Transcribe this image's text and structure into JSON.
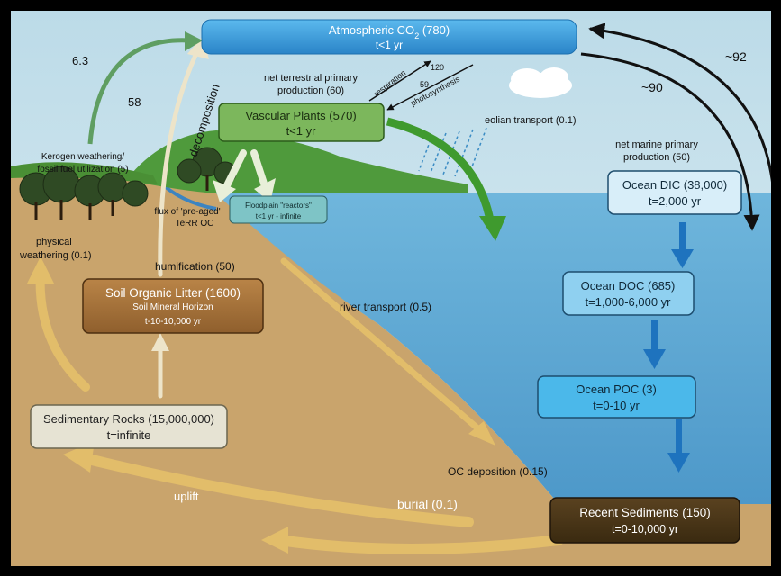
{
  "boxes": {
    "atmosphere": {
      "line1": "Atmospheric CO",
      "sub": "2",
      "value": " (780)",
      "line2": "t<1 yr"
    },
    "plants": {
      "line1": "Vascular Plants (570)",
      "line2": "t<1 yr"
    },
    "floodplain": {
      "line1": "Floodplain \"reactors\"",
      "line2": "t<1 yr - infinite"
    },
    "soil": {
      "line1": "Soil Organic Litter (1600)",
      "line2": "Soil Mineral Horizon",
      "line3": "t-10-10,000 yr"
    },
    "rocks": {
      "line1": "Sedimentary Rocks (15,000,000)",
      "line2": "t=infinite"
    },
    "dic": {
      "line1": "Ocean DIC (38,000)",
      "line2": "t=2,000 yr"
    },
    "doc": {
      "line1": "Ocean DOC (685)",
      "line2": "t=1,000-6,000 yr"
    },
    "poc": {
      "line1": "Ocean POC (3)",
      "line2": "t=0-10 yr"
    },
    "sediments": {
      "line1": "Recent Sediments  (150)",
      "line2": "t=0-10,000 yr"
    }
  },
  "labels": {
    "fossil_value": "6.3",
    "kerogen1": "Kerogen weathering/",
    "kerogen2": "fossil fuel utilization (5)",
    "decomp_value": "58",
    "decomposition": "decomposition",
    "nt_prod1": "net terrestrial primary",
    "nt_prod2": "production (60)",
    "respiration": "respiration",
    "resp_value": "59",
    "photo_value": "120",
    "photosynthesis": "photosynthesis",
    "eolian": "eolian transport (0.1)",
    "nm_prod1": "net marine primary",
    "nm_prod2": "production (50)",
    "ocean_up": "~92",
    "ocean_down": "~90",
    "preaged1": "flux of 'pre-aged'",
    "preaged2": "TeRR OC",
    "physical1": "physical",
    "physical2": "weathering (0.1)",
    "humification": "humification (50)",
    "river": "river transport (0.5)",
    "oc_deposition": "OC deposition (0.15)",
    "burial": "burial (0.1)",
    "uplift": "uplift"
  },
  "colors": {
    "sky": "#cfe6ef",
    "ocean": "#5fa8d3",
    "land": "#c9a46c",
    "hill": "#4f9a3c",
    "tan_arrow": "#e2bd6a",
    "green_arrow": "#3f9a2e",
    "blue_arrow": "#1e73be",
    "atmosphere_box": "#3a9fdc",
    "plants_box": "#7cb75c",
    "soil_box": "#a8743c",
    "rocks_box": "#e6e3d3",
    "dic_box": "#d8eef9",
    "doc_box": "#8fd0f0",
    "poc_box": "#4bb8ea",
    "sediments_box": "#4a3515"
  }
}
